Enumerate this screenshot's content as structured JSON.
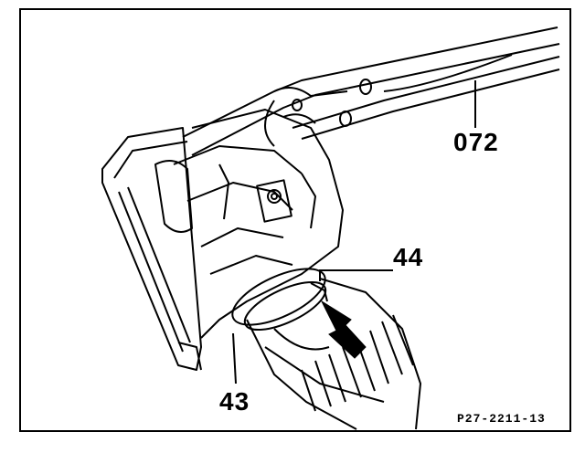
{
  "labels": {
    "part_072": "072",
    "part_44": "44",
    "part_43": "43",
    "figure_ref": "P27-2211-13"
  },
  "colors": {
    "ink": "#000000",
    "paper": "#ffffff"
  }
}
